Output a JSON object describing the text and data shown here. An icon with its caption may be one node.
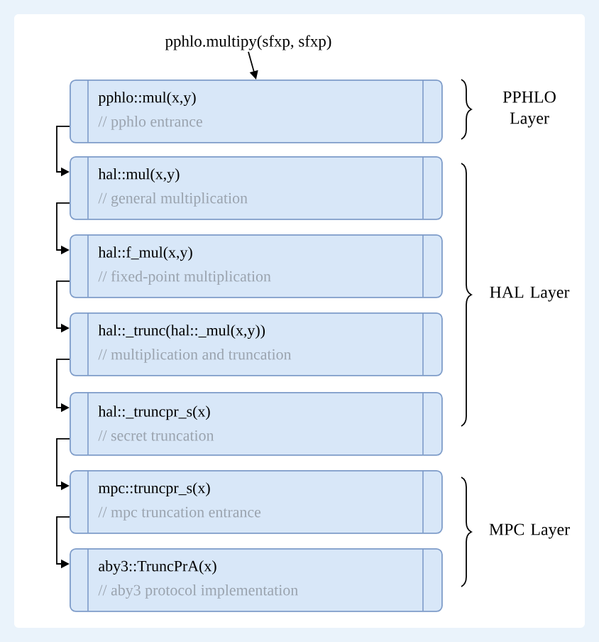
{
  "diagram": {
    "nodes": [
      {
        "text": [
          "pphlo.multipy(sfxp, sfxp)"
        ]
      },
      {
        "text": [
          "pphlo::mul(x,y)",
          "// pphlo entrance"
        ]
      },
      {
        "text": [
          "hal::mul(x,y)",
          "// general multiplication"
        ]
      },
      {
        "text": [
          "hal::f_mul(x,y)",
          "// fixed-point multiplication"
        ]
      },
      {
        "text": [
          "hal::_trunc(hal::_mul(x,y))",
          "// multiplication and truncation"
        ]
      },
      {
        "text": [
          "hal::_truncpr_s(x)",
          "// secret truncation"
        ]
      },
      {
        "text": [
          "mpc::truncpr_s(x)",
          "// mpc truncation entrance"
        ]
      },
      {
        "text": [
          "aby3::TruncPrA(x)",
          "// aby3 protocol implementation"
        ]
      }
    ],
    "edges": [
      {
        "from": 0,
        "to": 1,
        "arrow": "to"
      },
      {
        "from": 1,
        "to": 2,
        "arrow": "to"
      },
      {
        "from": 2,
        "to": 3,
        "arrow": "to"
      },
      {
        "from": 3,
        "to": 4,
        "arrow": "to"
      },
      {
        "from": 4,
        "to": 5,
        "arrow": "to"
      },
      {
        "from": 5,
        "to": 6,
        "arrow": "to"
      },
      {
        "from": 6,
        "to": 7,
        "arrow": "to"
      }
    ],
    "labels": [
      "PPHLO Layer",
      "HAL Layer",
      "MPC Layer"
    ]
  }
}
